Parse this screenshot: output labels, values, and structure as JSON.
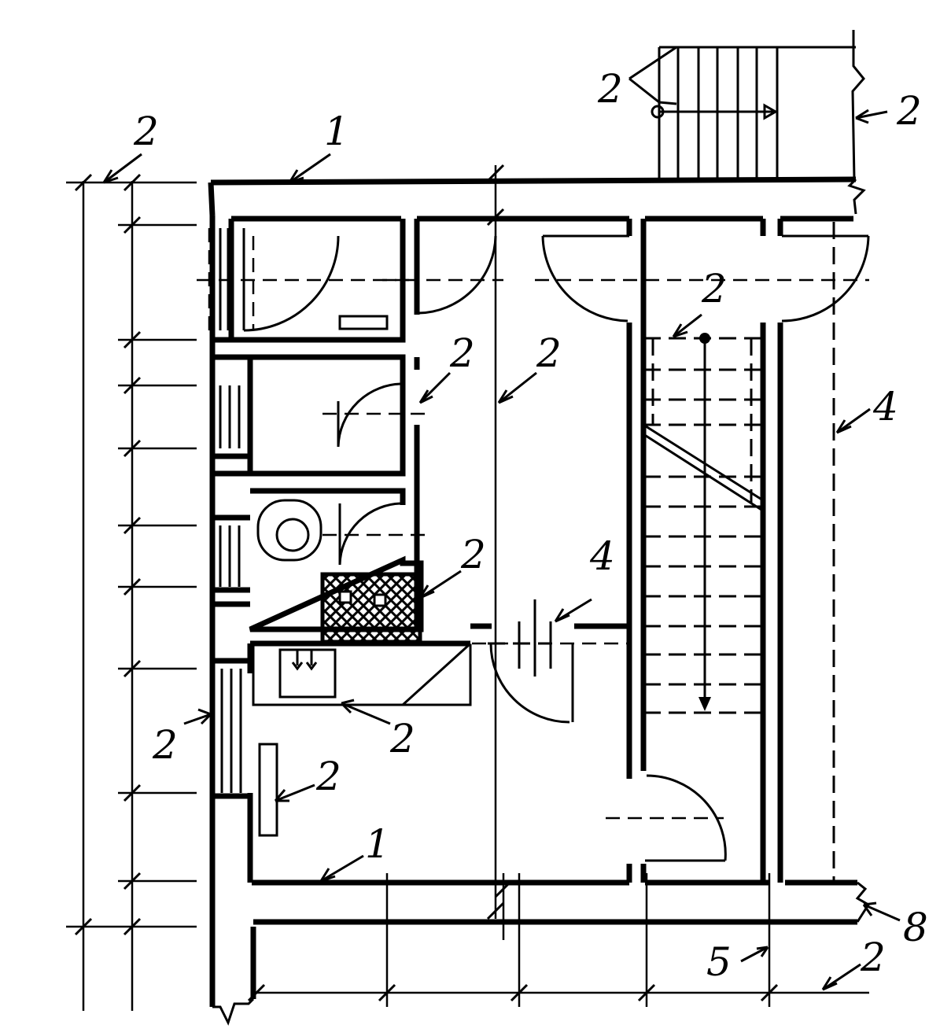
{
  "labels": {
    "l1_top": "1",
    "l1_bottom": "1",
    "l2_top_left": "2",
    "l2_stair_top": "2",
    "l2_top_right": "2",
    "l2_room_a": "2",
    "l2_corridor": "2",
    "l2_stair_inner": "2",
    "l2_wc": "2",
    "l2_window_left": "2",
    "l2_counter": "2",
    "l2_table": "2",
    "l2_dim_bottom": "2",
    "l4_right": "4",
    "l4_mid": "4",
    "l5": "5",
    "l8": "8"
  },
  "colors": {
    "line": "#000000",
    "background": "#ffffff"
  }
}
